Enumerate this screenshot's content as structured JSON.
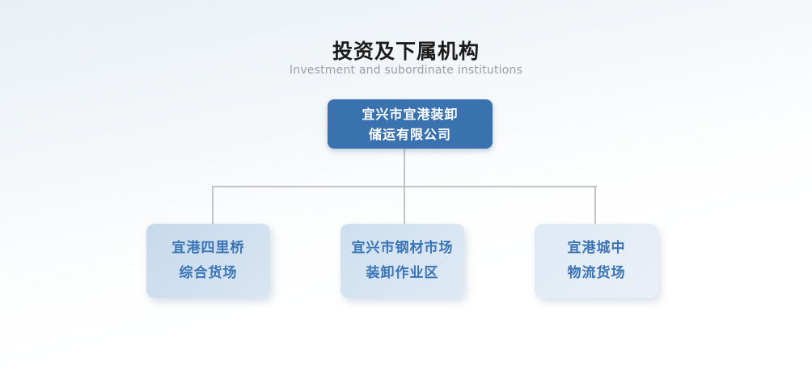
{
  "page": {
    "title": "投资及下属机构",
    "subtitle": "Investment and subordinate institutions",
    "background_top_color": "#e9eff5",
    "background_bottom_color": "#ffffff"
  },
  "org_chart": {
    "connector_color": "#c3c3c3",
    "root": {
      "name": "宜兴市宜港装卸储运有限公司",
      "label_line1": "宜兴市宜港装卸",
      "label_line2": "储运有限公司",
      "bg_color": "#3a72b0",
      "text_color": "#ffffff"
    },
    "children": [
      {
        "name": "宜港四里桥综合货场",
        "label_line1": "宜港四里桥",
        "label_line2": "综合货场",
        "bg_start": "#c6d9ec",
        "bg_end": "#d9e6f2",
        "text_color": "#3a74b5"
      },
      {
        "name": "宜兴市钢材市场装卸作业区",
        "label_line1": "宜兴市钢材市场",
        "label_line2": "装卸作业区",
        "bg_start": "#cde0f0",
        "bg_end": "#dfe9f4",
        "text_color": "#3a74b5"
      },
      {
        "name": "宜港城中物流货场",
        "label_line1": "宜港城中",
        "label_line2": "物流货场",
        "bg_start": "#dfe9f4",
        "bg_end": "#eaf0f7",
        "text_color": "#3a74b5"
      }
    ]
  }
}
